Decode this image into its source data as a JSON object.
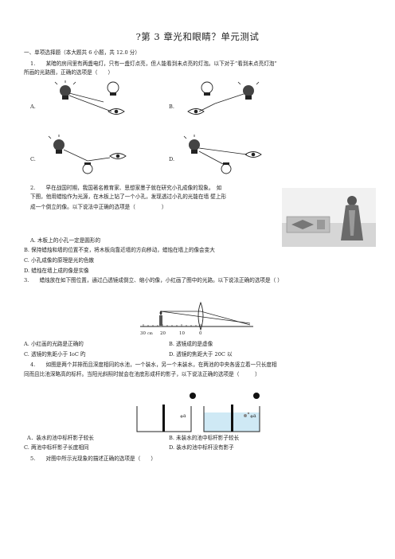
{
  "title": "?第 3 章光和眼睛？单元测试",
  "section": "一、单项选择题（本大题共 6 小题，共 12.0 分）",
  "q1": {
    "line1": "1.　　某暗的房间里有两盏电灯，只有一盏灯点亮，但人能看到未点亮的灯泡。以下对于“看到未点亮灯泡”",
    "line2": "所画的光路图，正确的选项是（　　）",
    "labels": [
      "A.",
      "B.",
      "C.",
      "D."
    ]
  },
  "q2": {
    "line1": "2.　　早在战国时期，我国著名教育家、思想家墨子就在研究小孔成像的现象。　如",
    "line2": "下图，他用蜡烛作为光源，在木板上钻了一个小孔，发现透过小孔的光能在墙 壁上形",
    "line3": "成一个倒立的像。以下说法中正确的选项是（　　　　　）",
    "options": [
      "A. 木板上的小孔一定是圆形的",
      "B. 保持蜡烛和墙的位置不变，将木板向靠近墙的方向移动，蜡烛在墙上的像会变大",
      "C. 小孔成像的原理是光的色散",
      "D. 蜡烛在墙上成的像是实像"
    ]
  },
  "q3": {
    "line1": "3.　　蜡烛放在如下图位置，通过凸透镜成倒立、缩小的像，小红画了图中的光路。以下说法正确的选项是（ ）",
    "ruler_labels": [
      "30",
      "cm",
      "20",
      "10",
      "0"
    ],
    "options": [
      "A. 小红画的光路是正确的",
      "B. 透镜成的是虚像",
      "C. 透镜的焦距小于 IoC 旳",
      "D. 透镜的焦距大于 20C 以"
    ]
  },
  "q4": {
    "line1": "4.　　如图是两个并排而且深度相同的水池，一个装水，另一个未装水，在两池的中央各竖立着一只长度相",
    "line2": "同而且比池深略高的标杆。当阳光斜照时就会在池底形成杆的影子，以下说法正确的选项是（　　　）",
    "options": [
      "A．装水的池中标杆影子较长",
      "B. 未装水的池中标杆影子较长",
      "C. 两池中标杆影子长度相同",
      "D. 装水的池中标杆没有影子"
    ],
    "fig_labels": [
      "a",
      "a"
    ]
  },
  "q5": {
    "line1": "5.　　对图中所示光现象的描述正确的选项是（　　）"
  }
}
